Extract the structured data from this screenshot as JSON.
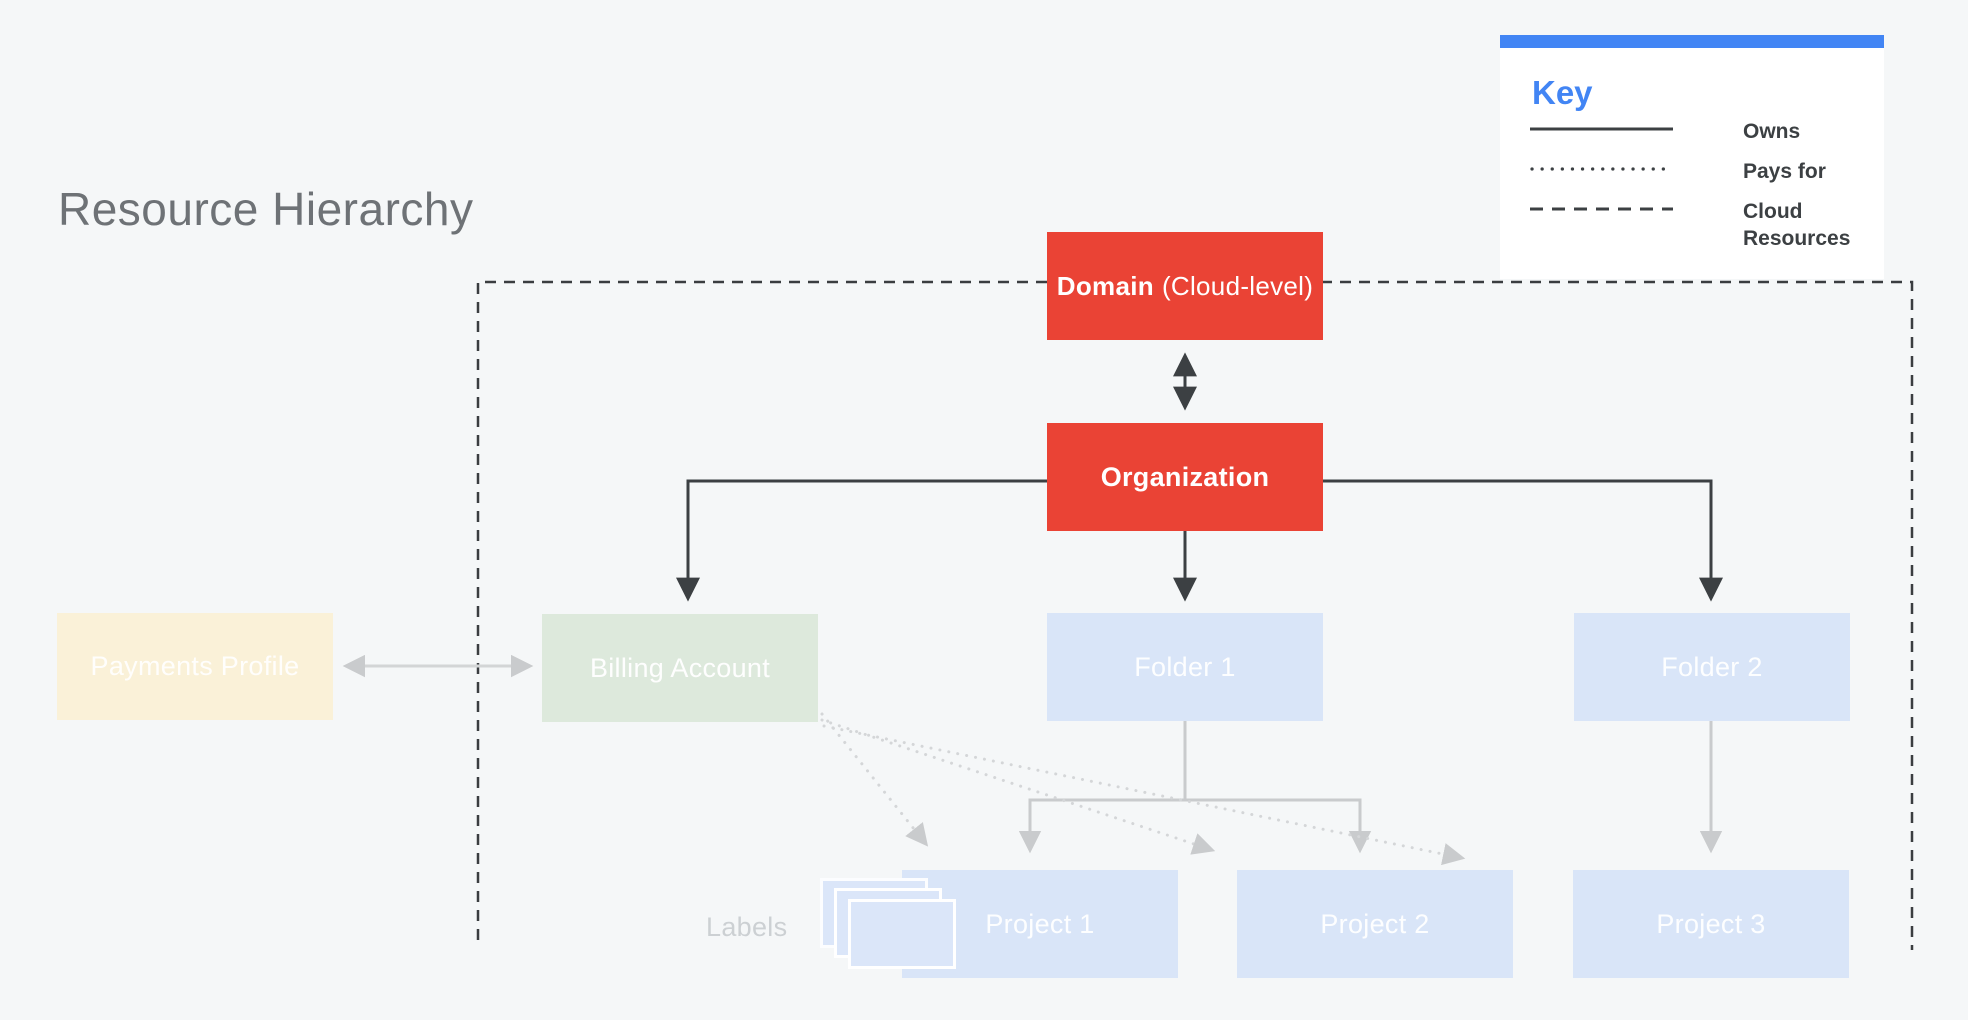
{
  "page": {
    "title": "Resource Hierarchy"
  },
  "legend": {
    "title": "Key",
    "items": [
      {
        "style": "solid",
        "label": "Owns"
      },
      {
        "style": "dotted",
        "label": "Pays for"
      },
      {
        "style": "dashed",
        "label": "Cloud Resources"
      }
    ]
  },
  "nodes": {
    "domain": {
      "name": "Domain",
      "qualifier": "(Cloud-level)",
      "color": "#ea4335"
    },
    "organization": {
      "label": "Organization",
      "color": "#ea4335"
    },
    "payments_profile": {
      "label": "Payments Profile",
      "color": "#faf1d8"
    },
    "billing_account": {
      "label": "Billing Account",
      "color": "#dde9dc"
    },
    "folder1": {
      "label": "Folder 1",
      "color": "#d9e5f8"
    },
    "folder2": {
      "label": "Folder 2",
      "color": "#d9e5f8"
    },
    "project1": {
      "label": "Project 1",
      "color": "#d9e5f8"
    },
    "project2": {
      "label": "Project 2",
      "color": "#d9e5f8"
    },
    "project3": {
      "label": "Project 3",
      "color": "#d9e5f8"
    }
  },
  "labels_caption": "Labels",
  "palette": {
    "background": "#f5f7f8",
    "accent_blue": "#4285f4",
    "node_red": "#ea4335",
    "connector_dark": "#3c4043",
    "connector_light": "#c9cbcd",
    "dotted_line": "#d4d6d8",
    "dashed_boundary": "#3a3d40"
  }
}
